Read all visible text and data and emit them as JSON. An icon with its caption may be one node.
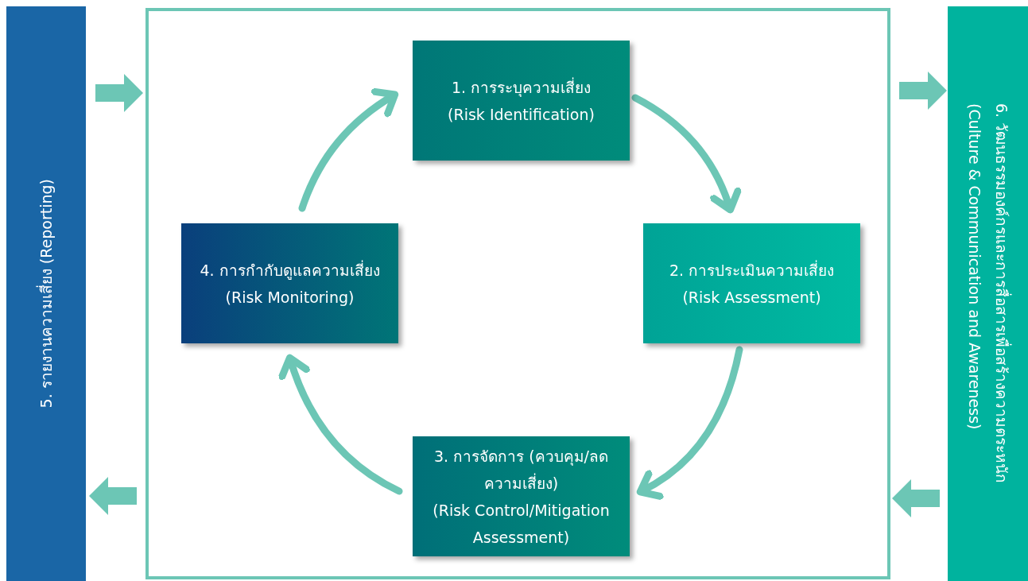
{
  "diagram": {
    "nodes": [
      {
        "text": [
          "5. รายงานความเสี่ยง (Reporting)"
        ]
      },
      {
        "text": [],
        "shape": "box"
      },
      {
        "text": [
          "1. การระบุความเสี่ยง",
          "(Risk Identification)"
        ],
        "in": 1
      },
      {
        "text": [
          "2. การประเมินความเสี่ยง",
          "(Risk Assessment)"
        ],
        "in": 1
      },
      {
        "text": [
          "3. การจัดการ (ควบคุม/ลดความเสี่ยง)",
          "(Risk Control/Mitigation Assessment)"
        ],
        "in": 1
      },
      {
        "text": [
          "4. การกำกับดูแลความเสี่ยง",
          "(Risk Monitoring)"
        ],
        "in": 1
      },
      {
        "text": [
          "6. วัฒนธรรมองค์กรและการสื่อสารเพื่อสร้างความตระหนัก",
          "(Culture & Communication and Awareness)"
        ]
      }
    ],
    "edges": [
      {
        "from": 2,
        "to": 3,
        "arrow": "to"
      },
      {
        "from": 3,
        "to": 4,
        "arrow": "to"
      },
      {
        "from": 4,
        "to": 5,
        "arrow": "to"
      },
      {
        "from": 5,
        "to": 2,
        "arrow": "to"
      },
      {
        "from": 0,
        "to": 1,
        "arrow": "to",
        "style": "thick"
      },
      {
        "from": 1,
        "to": 0,
        "arrow": "to",
        "style": "thick"
      },
      {
        "from": 1,
        "to": 6,
        "arrow": "to",
        "style": "thick"
      },
      {
        "from": 6,
        "to": 1,
        "arrow": "to",
        "style": "thick"
      }
    ]
  }
}
